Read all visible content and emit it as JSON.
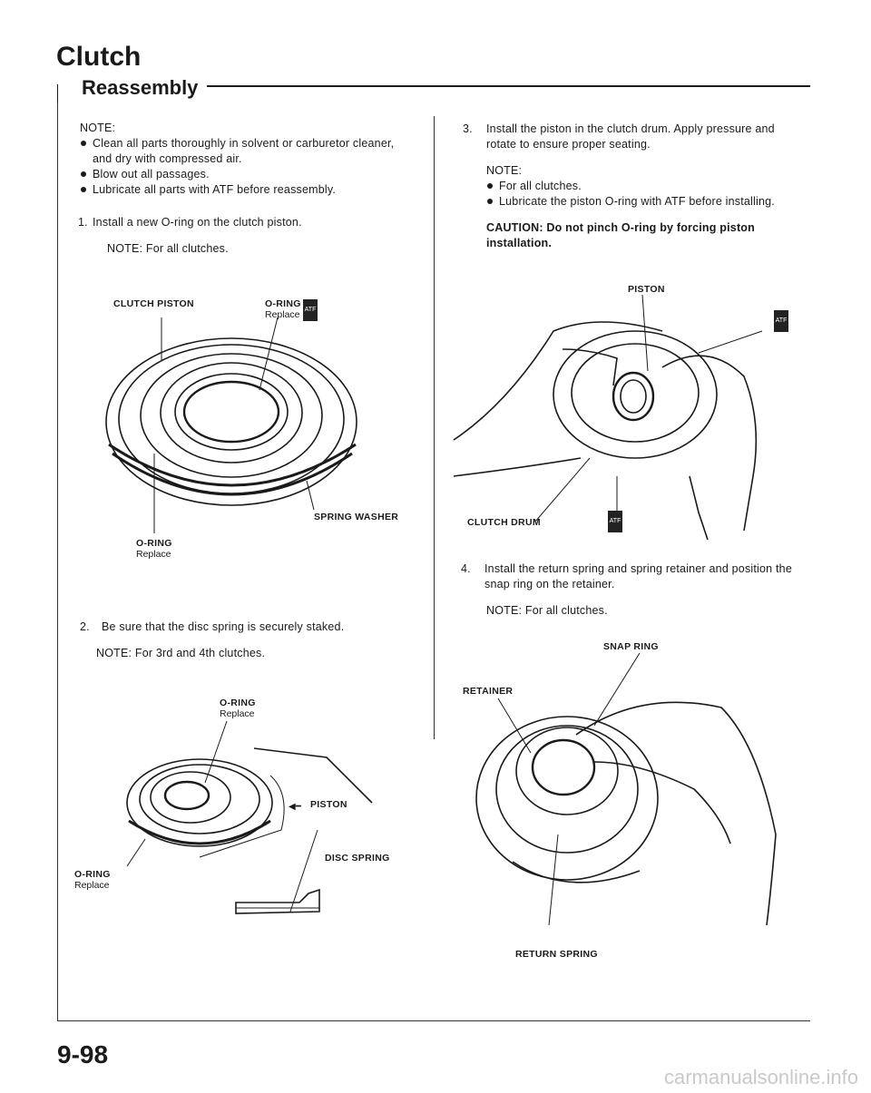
{
  "header": {
    "title": "Clutch",
    "section": "Reassembly"
  },
  "left": {
    "note_label": "NOTE:",
    "notes": [
      "Clean all parts thoroughly in solvent or carburetor cleaner, and dry with compressed air.",
      "Blow out all passages.",
      "Lubricate all parts with ATF before reassembly."
    ],
    "step1": {
      "num": "1.",
      "text": "Install a new O-ring on the clutch piston.",
      "note": "NOTE:  For all clutches."
    },
    "fig1": {
      "clutch_piston": "CLUTCH PISTON",
      "oring_top": "O-RING",
      "oring_top_sub": "Replace",
      "spring_washer": "SPRING WASHER",
      "oring_bottom": "O-RING",
      "oring_bottom_sub": "Replace"
    },
    "step2": {
      "num": "2.",
      "text": "Be sure that the disc spring is securely staked.",
      "note": "NOTE:  For 3rd and 4th clutches."
    },
    "fig2": {
      "oring_top": "O-RING",
      "oring_top_sub": "Replace",
      "piston": "PISTON",
      "disc_spring": "DISC SPRING",
      "oring_bottom": "O-RING",
      "oring_bottom_sub": "Replace"
    }
  },
  "right": {
    "step3": {
      "num": "3.",
      "text": "Install the piston in the clutch drum. Apply pressure and rotate to ensure proper seating.",
      "note_label": "NOTE:",
      "notes": [
        "For all clutches.",
        "Lubricate the piston O-ring with ATF before installing."
      ],
      "caution": "CAUTION:  Do not pinch O-ring by forcing piston installation."
    },
    "fig3": {
      "piston": "PISTON",
      "clutch_drum": "CLUTCH DRUM"
    },
    "step4": {
      "num": "4.",
      "text": "Install the return spring and spring retainer and position the snap ring on the retainer.",
      "note": "NOTE:  For all clutches."
    },
    "fig4": {
      "snap_ring": "SNAP RING",
      "retainer": "RETAINER",
      "return_spring": "RETURN SPRING"
    }
  },
  "footer": {
    "page_number": "9-98",
    "watermark": "carmanualsonline.info"
  },
  "icons": {
    "atf": "ATF"
  }
}
